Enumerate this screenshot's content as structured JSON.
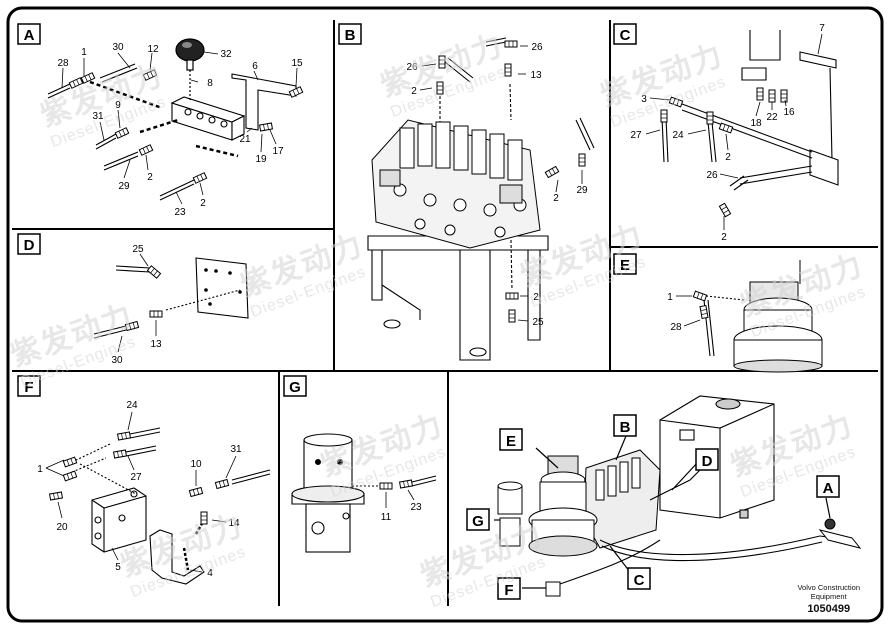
{
  "watermark": {
    "cn": "紫发动力",
    "en": "Diesel-Engines"
  },
  "footer": {
    "brand_line1": "Volvo Construction",
    "brand_line2": "Equipment",
    "drawing_number": "1050499"
  },
  "panels": {
    "A": {
      "letter": "A",
      "callouts": [
        "1",
        "30",
        "12",
        "32",
        "28",
        "8",
        "6",
        "15",
        "9",
        "31",
        "21",
        "29",
        "2",
        "19",
        "17",
        "23",
        "2"
      ]
    },
    "B": {
      "letter": "B",
      "callouts": [
        "26",
        "26",
        "13",
        "2",
        "2",
        "29",
        "2",
        "25"
      ]
    },
    "C": {
      "letter": "C",
      "callouts": [
        "7",
        "3",
        "22",
        "16",
        "18",
        "27",
        "24",
        "2",
        "26",
        "2"
      ]
    },
    "D": {
      "letter": "D",
      "callouts": [
        "25",
        "13",
        "30"
      ]
    },
    "E": {
      "letter": "E",
      "callouts": [
        "1",
        "28"
      ]
    },
    "F": {
      "letter": "F",
      "callouts": [
        "24",
        "1",
        "27",
        "10",
        "31",
        "20",
        "14",
        "5",
        "4"
      ]
    },
    "G": {
      "letter": "G",
      "callouts": [
        "11",
        "23"
      ]
    },
    "overview": {
      "labels": [
        "B",
        "E",
        "D",
        "A",
        "G",
        "C",
        "F"
      ]
    }
  }
}
